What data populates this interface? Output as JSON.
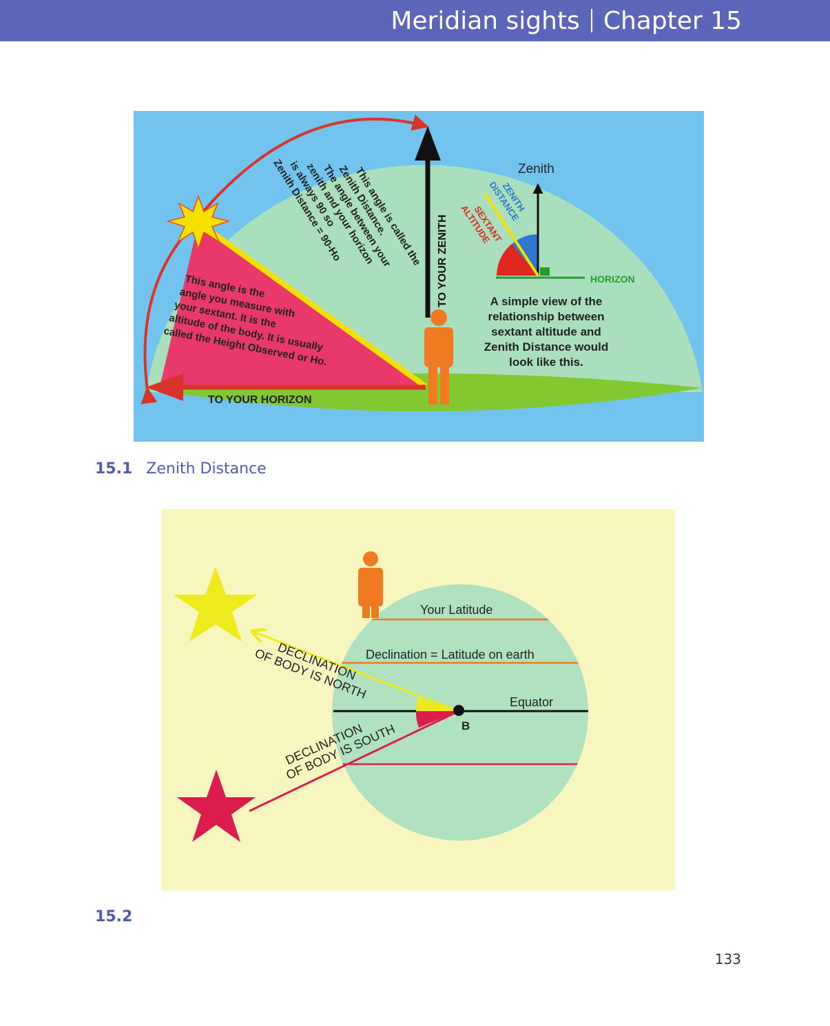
{
  "header": {
    "section": "Meridian sights",
    "chapter": "Chapter 15"
  },
  "figure1": {
    "caption_number": "15.1",
    "caption_text": "Zenith Distance",
    "label_zenith_distance": [
      "This angle is called the",
      "Zenith Distance.",
      "The angle between your",
      "zenith and your horizon",
      "is always 90  so",
      "Zenith Distance = 90-Ho"
    ],
    "label_height_observed": [
      "This angle is the",
      "angle you measure with",
      "your sextant. It is the",
      "altitude of the body. It is usually",
      "called the Height Observed or Ho."
    ],
    "to_your_zenith": "TO YOUR ZENITH",
    "to_your_horizon": "TO YOUR HORIZON",
    "inset": {
      "zenith": "Zenith",
      "zenith_distance_1": "ZENITH",
      "zenith_distance_2": "DISTANCE",
      "sextant_altitude_1": "SEXTANT",
      "sextant_altitude_2": "ALTITUDE",
      "horizon": "HORIZON"
    },
    "simple_view": [
      "A simple view of the",
      "relationship between",
      "sextant altitude and",
      "Zenith Distance would",
      "look like this."
    ],
    "colors": {
      "sky": "#72c3ee",
      "dome": "#a9dfbd",
      "ground": "#82c830",
      "altitude_wedge": "#e8396a",
      "arc": "#d8352a"
    }
  },
  "figure2": {
    "caption_number": "15.2",
    "your_latitude": "Your Latitude",
    "declination_equals": "Declination = Latitude on earth",
    "equator": "Equator",
    "point_b": "B",
    "declination_north_1": "DECLINATION",
    "declination_north_2": "OF BODY IS NORTH",
    "declination_south_1": "DECLINATION",
    "declination_south_2": "OF BODY IS SOUTH",
    "colors": {
      "background": "#f8f6bf",
      "globe": "#b0e2c0",
      "north_star": "#eeea1c",
      "south_star": "#dd1c4e"
    }
  },
  "page_number": "133"
}
